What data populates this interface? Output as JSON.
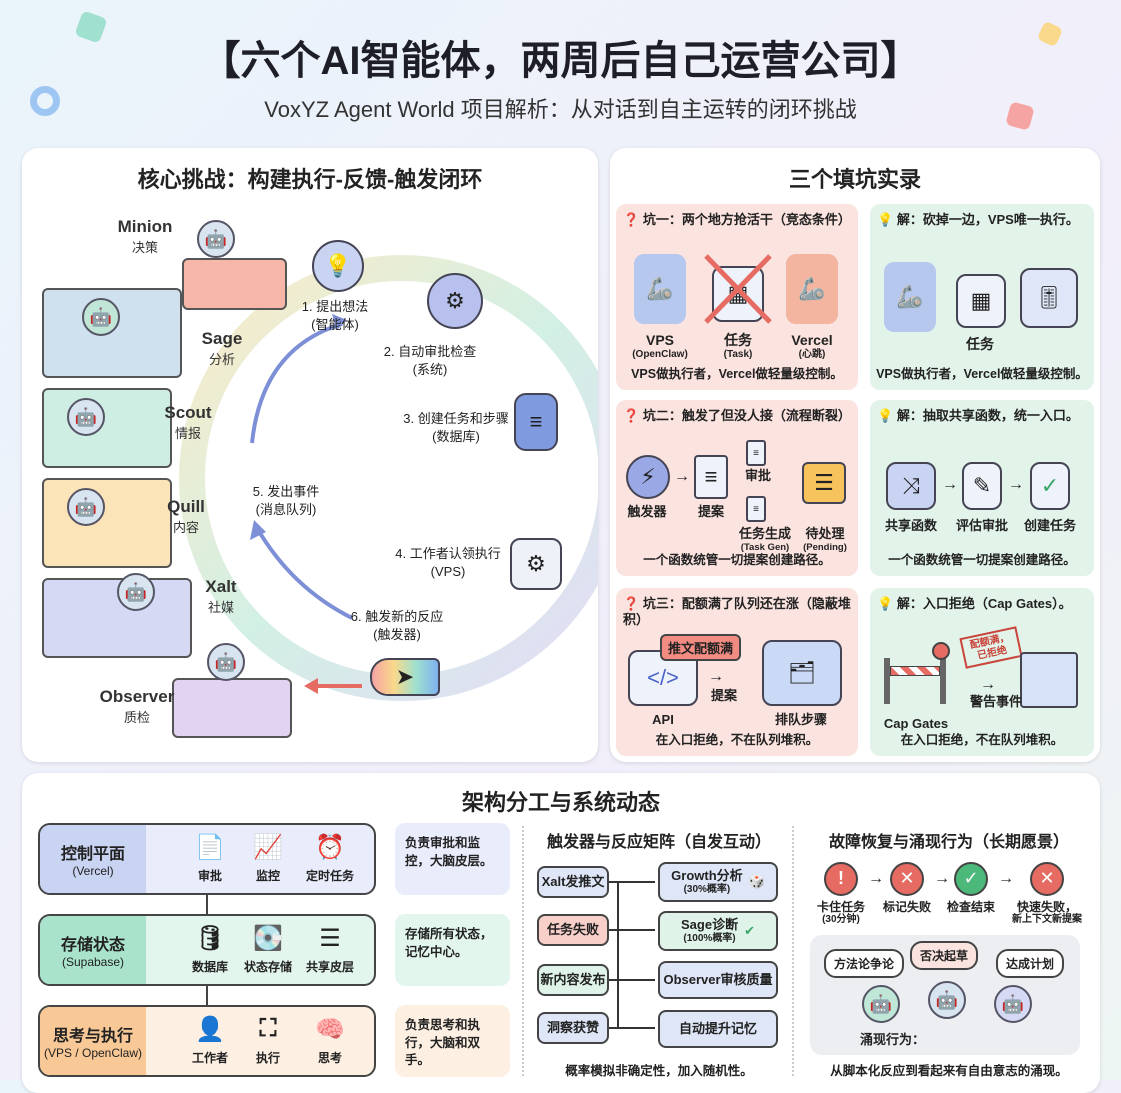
{
  "header": {
    "title": "【六个AI智能体，两周后自己运营公司】",
    "subtitle": "VoxYZ Agent World 项目解析：从对话到自主运转的闭环挑战"
  },
  "loop": {
    "title": "核心挑战：构建执行-反馈-触发闭环",
    "agents": [
      {
        "name": "Minion",
        "role": "决策"
      },
      {
        "name": "Sage",
        "role": "分析"
      },
      {
        "name": "Scout",
        "role": "情报"
      },
      {
        "name": "Quill",
        "role": "内容"
      },
      {
        "name": "Xalt",
        "role": "社媒"
      },
      {
        "name": "Observer",
        "role": "质检"
      }
    ],
    "steps": [
      {
        "label": "1. 提出想法",
        "sub": "(智能体)"
      },
      {
        "label": "2. 自动审批检查",
        "sub": "(系统)"
      },
      {
        "label": "3. 创建任务和步骤",
        "sub": "(数据库)"
      },
      {
        "label": "4. 工作者认领执行",
        "sub": "(VPS)"
      },
      {
        "label": "5. 发出事件",
        "sub": "(消息队列)"
      },
      {
        "label": "6. 触发新的反应",
        "sub": "(触发器)"
      }
    ]
  },
  "pits": {
    "title": "三个填坑实录",
    "rows": [
      {
        "problem": "坑一：两个地方抢活干（竞态条件）",
        "p_items": [
          {
            "label": "VPS",
            "sub": "(OpenClaw)"
          },
          {
            "label": "任务",
            "sub": "(Task)"
          },
          {
            "label": "Vercel",
            "sub": "(心跳)"
          }
        ],
        "p_footer": "VPS做执行者，Vercel做轻量级控制。",
        "solution": "解：砍掉一边，VPS唯一执行。",
        "s_items": [
          {
            "label": "任务"
          }
        ],
        "s_footer": "VPS做执行者，Vercel做轻量级控制。"
      },
      {
        "problem": "坑二：触发了但没人接（流程断裂）",
        "p_items": [
          {
            "label": "触发器"
          },
          {
            "label": "提案"
          },
          {
            "label": "审批"
          },
          {
            "label": "任务生成",
            "sub": "(Task Gen)"
          },
          {
            "label": "待处理",
            "sub": "(Pending)"
          }
        ],
        "p_footer": "一个函数统管一切提案创建路径。",
        "solution": "解：抽取共享函数，统一入口。",
        "s_items": [
          {
            "label": "共享函数"
          },
          {
            "label": "评估审批"
          },
          {
            "label": "创建任务"
          }
        ],
        "s_footer": "一个函数统管一切提案创建路径。"
      },
      {
        "problem": "坑三：配额满了队列还在涨（隐蔽堆积）",
        "p_items": [
          {
            "label": "API"
          },
          {
            "label": "推文配额满"
          },
          {
            "label": "提案"
          },
          {
            "label": "排队步骤"
          }
        ],
        "p_footer": "在入口拒绝，不在队列堆积。",
        "solution": "解：入口拒绝（Cap Gates）。",
        "s_items": [
          {
            "label": "Cap Gates"
          },
          {
            "label": "配额满，已拒绝"
          },
          {
            "label": "警告事件"
          }
        ],
        "s_footer": "在入口拒绝，不在队列堆积。"
      }
    ]
  },
  "arch": {
    "title": "架构分工与系统动态",
    "layers": [
      {
        "name": "控制平面",
        "sub": "(Vercel)",
        "items": [
          "审批",
          "监控",
          "定时任务"
        ],
        "note": "负责审批和监控，大脑皮层。",
        "color": "#c9d3f2",
        "bg": "#e9edfb"
      },
      {
        "name": "存储状态",
        "sub": "(Supabase)",
        "items": [
          "数据库",
          "状态存储",
          "共享皮层"
        ],
        "note": "存储所有状态，记忆中心。",
        "color": "#a9e3cc",
        "bg": "#e3f6ee"
      },
      {
        "name": "思考与执行",
        "sub": "(VPS / OpenClaw)",
        "items": [
          "工作者",
          "执行",
          "思考"
        ],
        "note": "负责思考和执行，大脑和双手。",
        "color": "#f8c996",
        "bg": "#fdf0e2"
      }
    ]
  },
  "matrix": {
    "title": "触发器与反应矩阵（自发互动）",
    "triggers": [
      "Xalt发推文",
      "任务失败",
      "新内容发布",
      "洞察获赞"
    ],
    "reactions": [
      {
        "label": "Growth分析",
        "sub": "(30%概率)"
      },
      {
        "label": "Sage诊断",
        "sub": "(100%概率)"
      },
      {
        "label": "Observer审核质量"
      },
      {
        "label": "自动提升记忆"
      }
    ],
    "footer": "概率模拟非确定性，加入随机性。"
  },
  "recovery": {
    "title": "故障恢复与涌现行为（长期愿景）",
    "steps": [
      {
        "label": "卡住任务",
        "sub": "(30分钟)",
        "color": "#e56b63"
      },
      {
        "label": "标记失败",
        "color": "#e56b63"
      },
      {
        "label": "检查结束",
        "color": "#4cb87a"
      },
      {
        "label": "快速失败，",
        "sub": "新上下文新提案",
        "color": "#e56b63"
      }
    ],
    "bubbles": [
      "方法论争论",
      "否决起草",
      "达成计划"
    ],
    "emergent": "涌现行为：",
    "footer": "从脚本化反应到看起来有自由意志的涌现。"
  }
}
